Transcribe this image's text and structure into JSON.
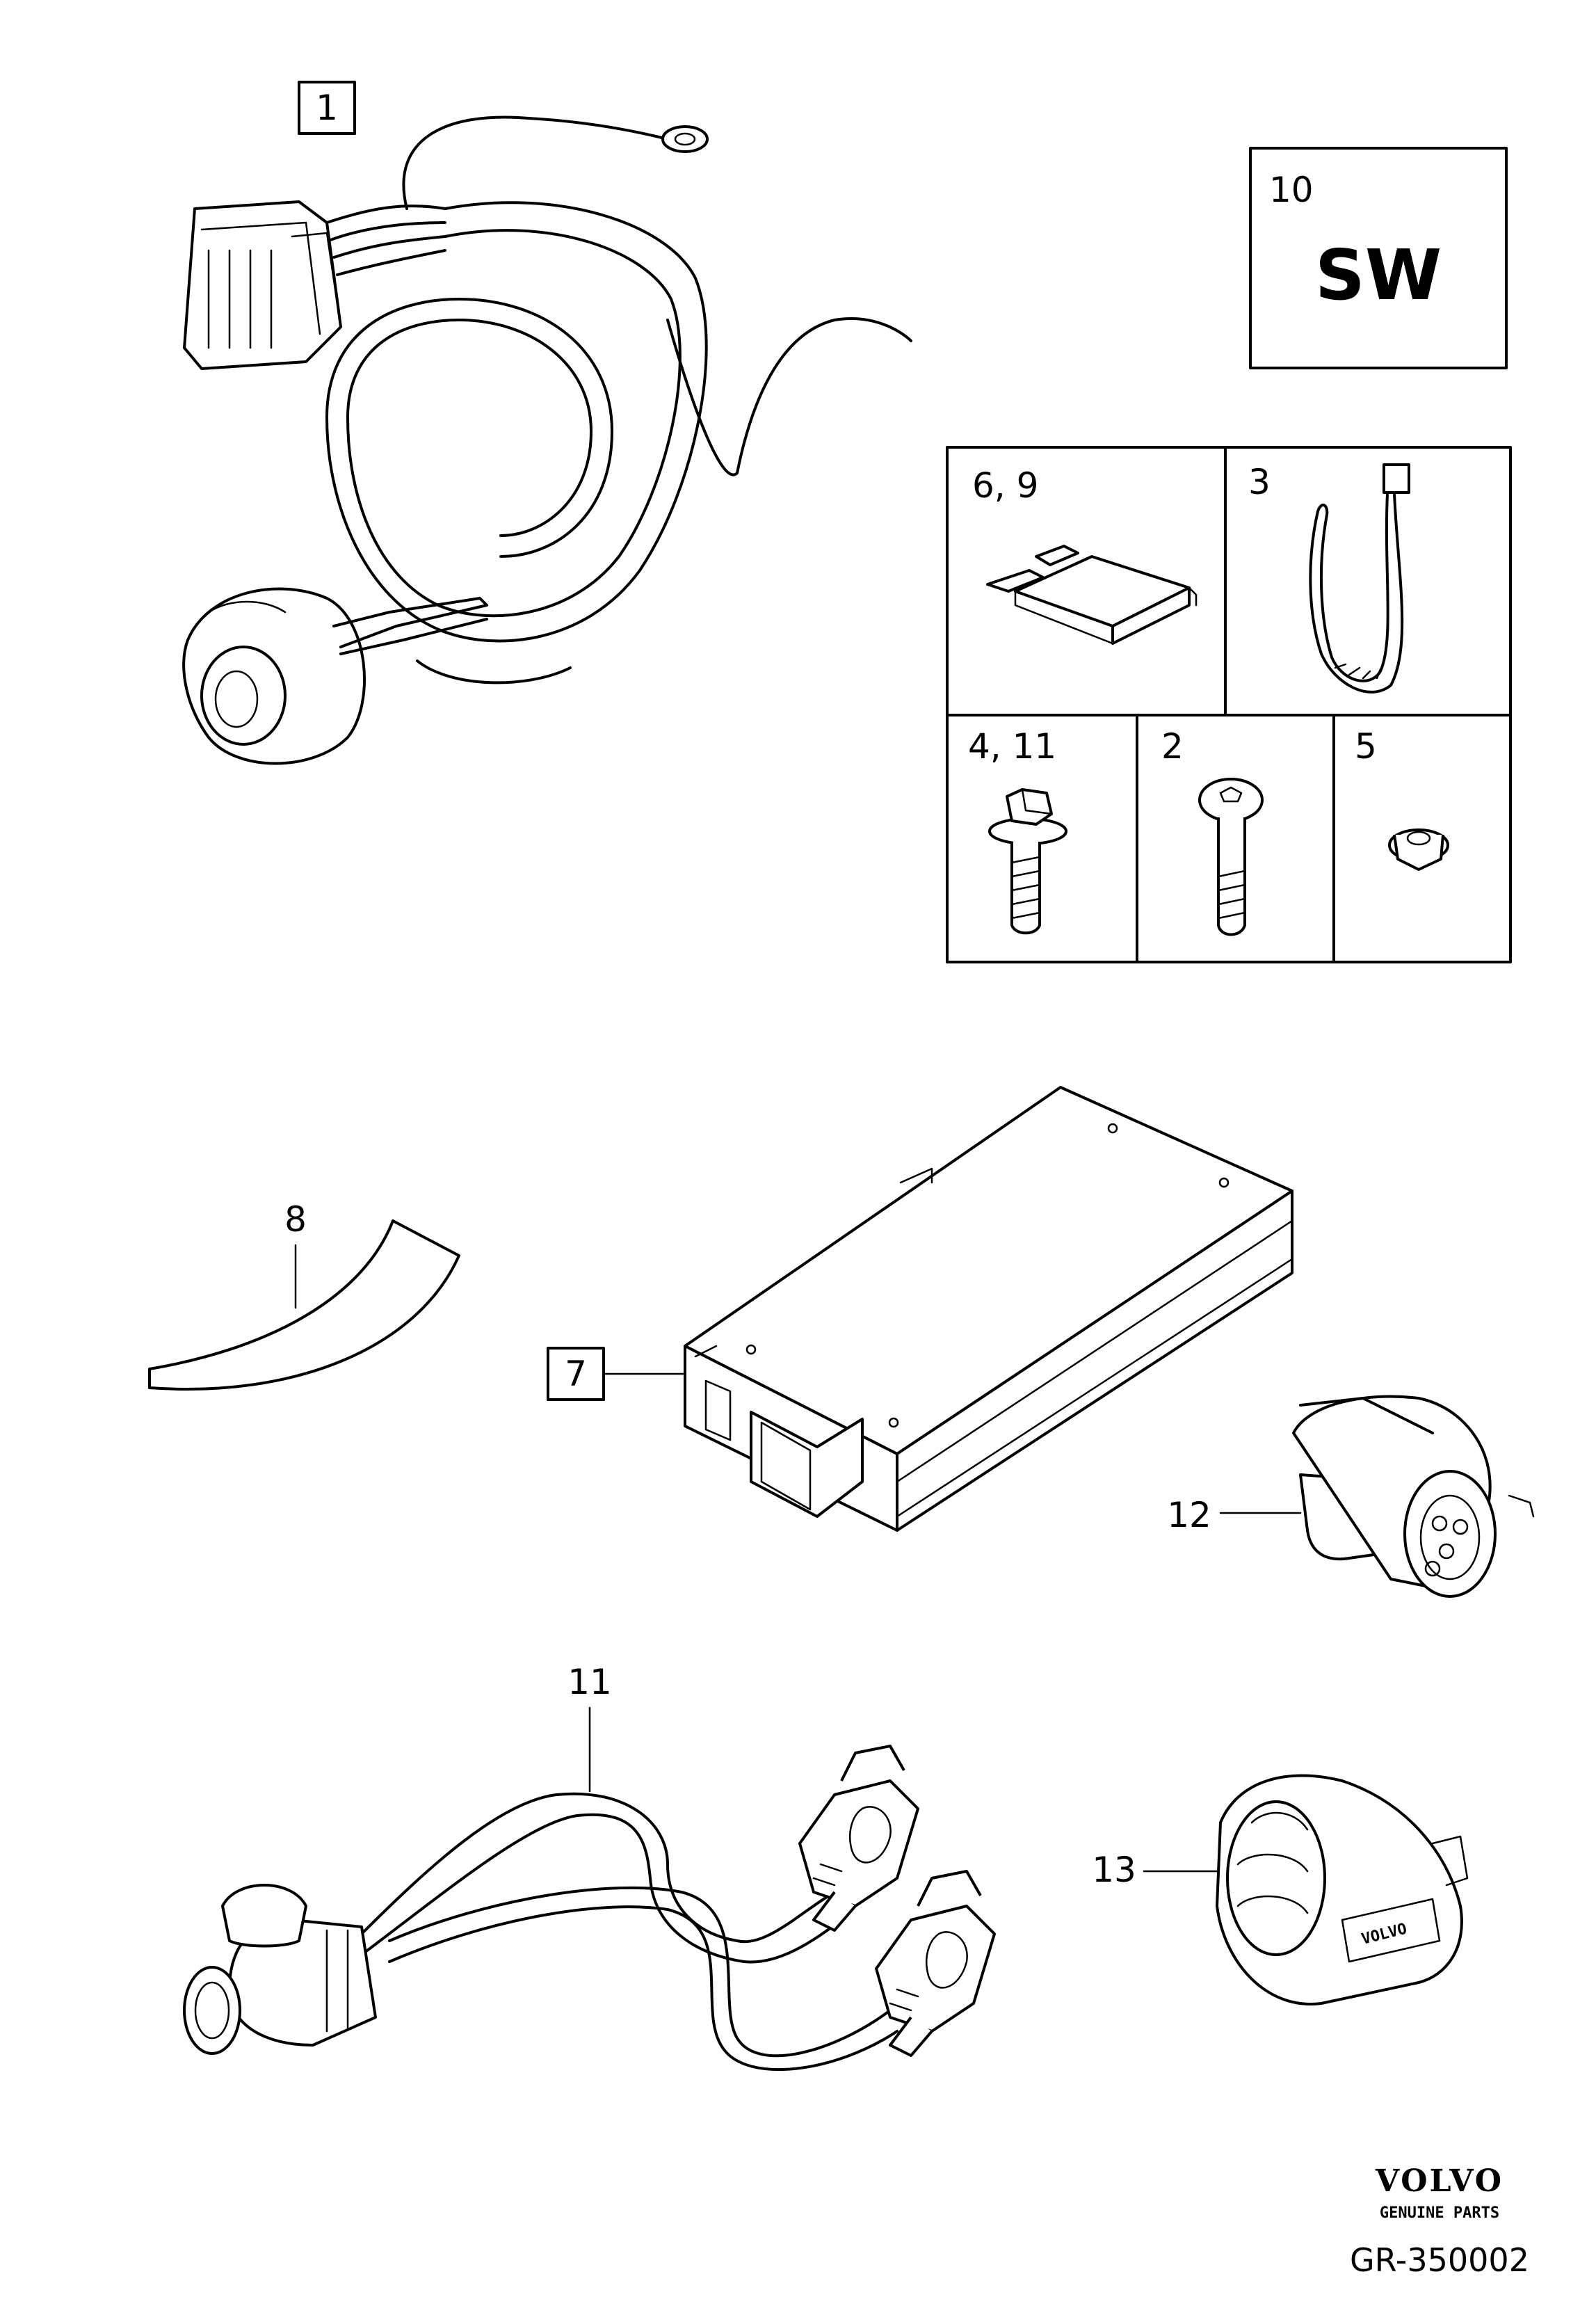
{
  "brand": {
    "logo_text": "VOLVO",
    "tagline": "GENUINE PARTS"
  },
  "diagram_code": "GR-350002",
  "sw_box": {
    "number": "10",
    "text": "SW"
  },
  "parts": {
    "p1": "1",
    "p2": "2",
    "p3": "3",
    "p4_11": "4, 11",
    "p5": "5",
    "p6_9": "6, 9",
    "p7": "7",
    "p8": "8",
    "p11": "11",
    "p12": "12",
    "p13": "13"
  }
}
